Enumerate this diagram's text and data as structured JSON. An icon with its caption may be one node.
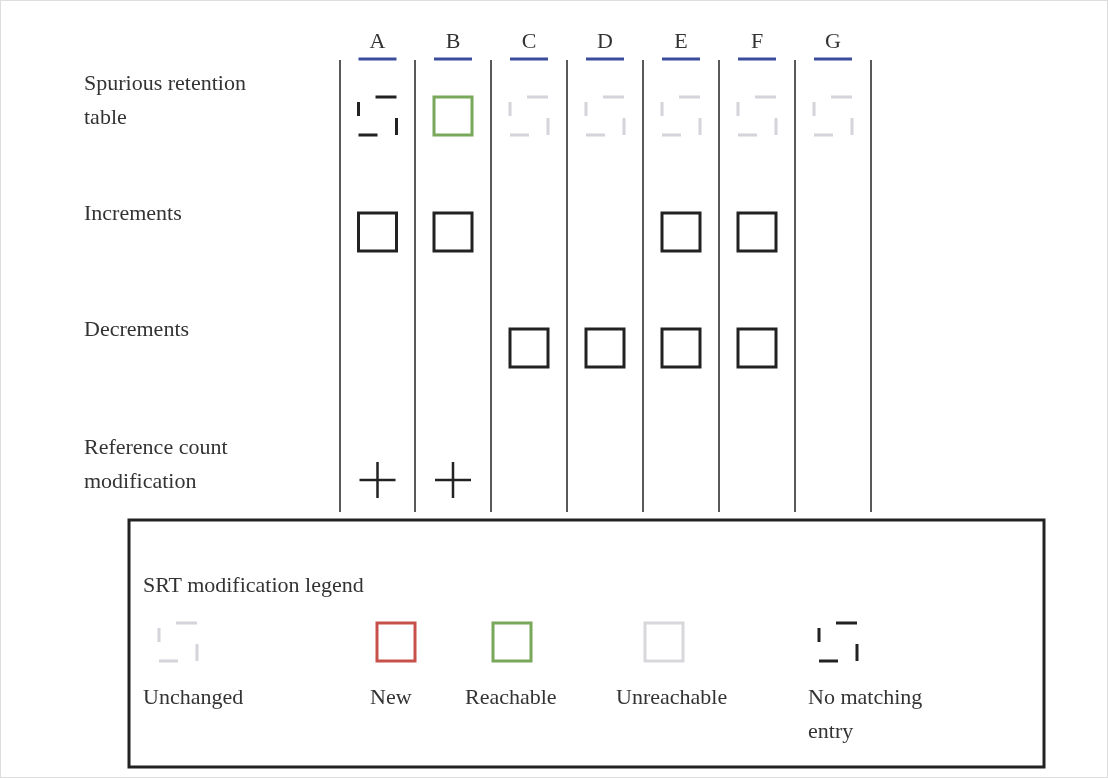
{
  "diagram": {
    "labels": [
      "A",
      "B",
      "C",
      "D",
      "E",
      "F",
      "G",
      "Spurious retention table",
      "Increments",
      "Decrements",
      "Reference count modification",
      "SRT modification legend"
    ],
    "legend": [
      {
        "text": "Unchanged"
      },
      {
        "text": "New"
      },
      {
        "text": "Reachable"
      },
      {
        "text": "Unreachable"
      },
      {
        "text": "No matching entry"
      }
    ]
  }
}
